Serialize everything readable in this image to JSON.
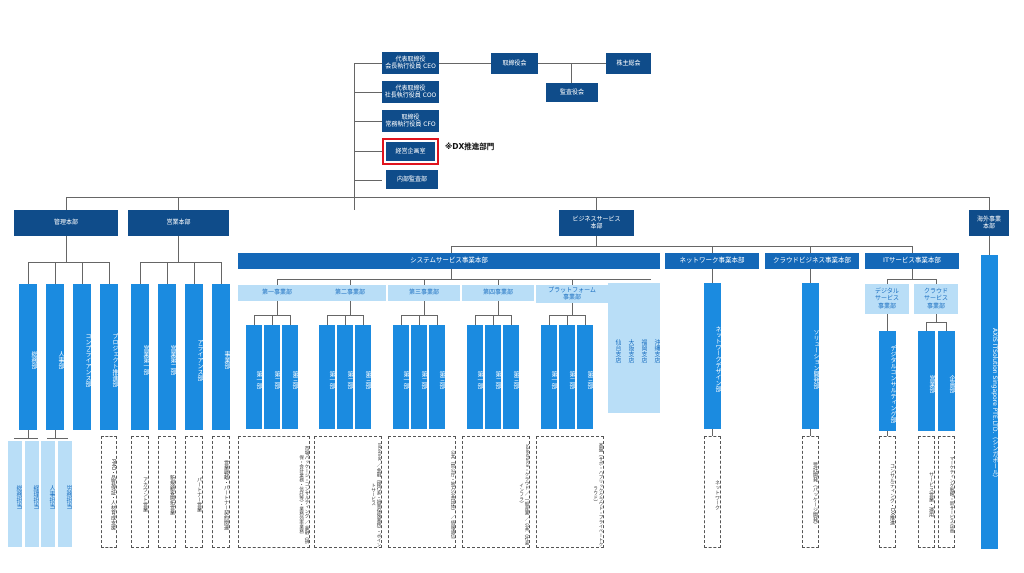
{
  "exec": {
    "ceo": "代表取締役\n会長執行役員 CEO",
    "coo": "代表取締役\n社長執行役員 COO",
    "cfo": "取締役\n常務執行役員 CFO",
    "board": "取締役会",
    "shareholders": "株主総会",
    "auditors": "監査役会",
    "planning": "経営企画室",
    "dx_note": "※DX推進部門",
    "audit": "内部監査部"
  },
  "divisions": {
    "admin": "管理本部",
    "sales": "営業本部",
    "biz": "ビジネスサービス\n本部",
    "overseas": "海外事業\n本部"
  },
  "admin_depts": [
    {
      "name": "総務部",
      "subs": [
        "総務担当",
        "経理担当"
      ]
    },
    {
      "name": "人事部",
      "subs": [
        "人事担当",
        "労務担当"
      ]
    },
    {
      "name": "コンプライアンス部",
      "subs": []
    },
    {
      "name": "プロジェクト推進部",
      "box": "PMO・品質保証・人材育成支援"
    }
  ],
  "sales_depts": [
    {
      "name": "営業第一部",
      "box": "アカウント営業"
    },
    {
      "name": "営業第二部",
      "box": "新規顧客開拓営業"
    },
    {
      "name": "アライアンス部",
      "box": "パートナー営業"
    },
    {
      "name": "事業部",
      "box": "営業戦略・パートナー契約関連"
    }
  ],
  "system_hq": "システムサービス事業本部",
  "system_groups": [
    {
      "name": "第一事業部",
      "units": [
        "第一部",
        "第二部",
        "第三部"
      ],
      "box": "市場パッケージ・コンサルティング ／ 金融（損保・会計業務・信託等）・業務効率業務"
    },
    {
      "name": "第二事業部",
      "units": [
        "第一部",
        "第二部",
        "第三部"
      ],
      "box": "Internet ／ 金融（銀行系・損害保険業務）・ポイントサービス"
    },
    {
      "name": "第三事業部",
      "units": [
        "第一部",
        "第二部",
        "第三部"
      ],
      "box": "公共（官公庁・地方公共団体） ／ 情報通信"
    },
    {
      "name": "第四事業部",
      "units": [
        "第一部",
        "第二部",
        "第三部"
      ],
      "box": "Salesforce・クラウド ／ 一般産業 ／ 公共（社会インフラ）"
    },
    {
      "name": "プラットフォーム\n事業部",
      "units": [
        "第一部",
        "第二部",
        "第三部"
      ],
      "box": "基盤（サポ・ハブリッククラウド・プライベートクラウド）"
    }
  ],
  "branches": [
    "仙台支店",
    "大阪支店",
    "福岡支店",
    "沖縄支店"
  ],
  "network": {
    "hq": "ネットワーク事業本部",
    "dept": "ネットワークデザイン部",
    "box": "ネットワーク"
  },
  "cloud": {
    "hq": "クラウドビジネス事業本部",
    "dept": "ソリューション開発部",
    "box": "受託開発（パッケージ開発）"
  },
  "it": {
    "hq": "ITサービス事業本部",
    "digital": {
      "name": "デジタル\nサービス\n事業部",
      "dept": "デジタルコンサルティング部",
      "box": "コンサルティング・DX推進"
    },
    "cloudsvc": {
      "name": "クラウド\nサービス\n事業部",
      "depts": [
        {
          "name": "営業部",
          "box": "サービス営業・運用"
        },
        {
          "name": "企画部",
          "box": "マーケティング戦略・新サービス企画"
        }
      ]
    }
  },
  "overseas_sub": "AXIS ITSolution Singapore PTE.LTD.（シンガポール）"
}
